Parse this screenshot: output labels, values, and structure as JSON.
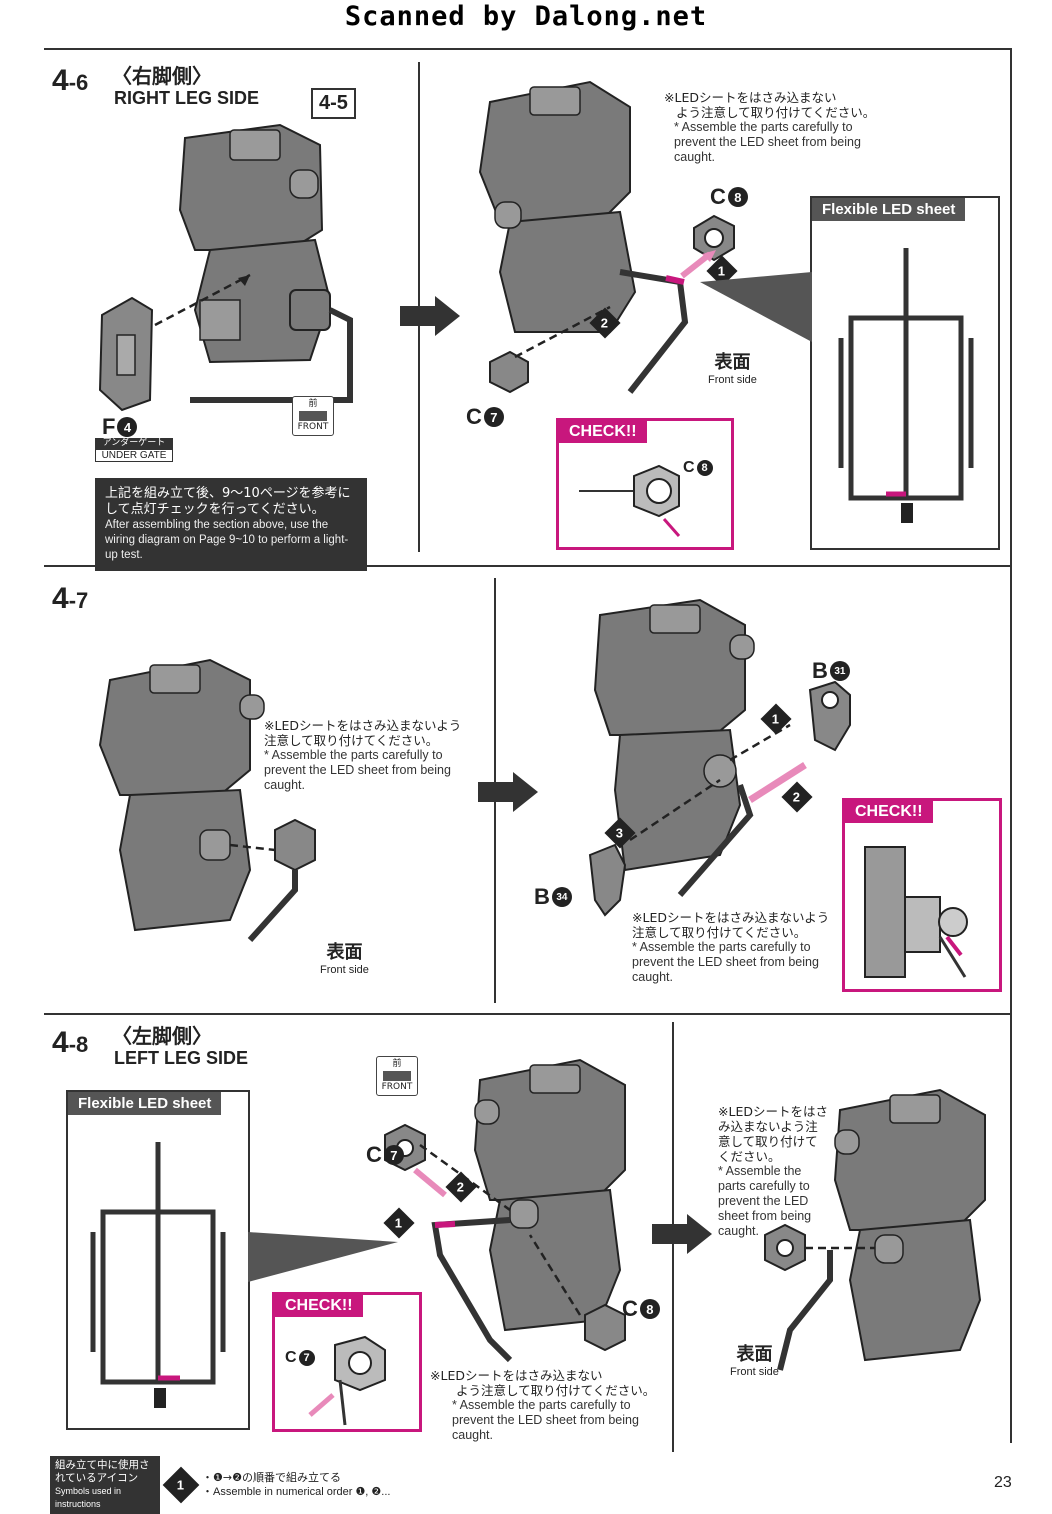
{
  "header": {
    "title": "Scanned by Dalong.net"
  },
  "step46": {
    "num_main": "4",
    "num_sub": "-6",
    "side_jp": "〈右脚側〉",
    "side_en": "RIGHT LEG SIDE",
    "ref_badge": "4-5",
    "part_f": "F",
    "part_f_num": "4",
    "under_gate_jp": "アンダーゲート",
    "under_gate_en": "UNDER GATE",
    "front_jp": "前",
    "front_en": "FRONT",
    "info_jp": "上記を組み立て後、9～10ページを参考にして点灯チェックを行ってください。",
    "info_en": "After assembling the section above, use the wiring diagram on Page 9~10 to perform a light-up test.",
    "note_jp_1": "※LEDシートをはさみ込まない",
    "note_jp_2": "よう注意して取り付けてください。",
    "note_en": "* Assemble the parts carefully to prevent the LED sheet from being caught.",
    "part_c8": "C",
    "part_c8_num": "8",
    "part_c7": "C",
    "part_c7_num": "7",
    "step1": "1",
    "step2": "2",
    "front_side_jp": "表面",
    "front_side_en": "Front side",
    "check_label": "CHECK!!",
    "check_part": "C",
    "check_part_num": "8",
    "flex_label": "Flexible LED sheet"
  },
  "step47": {
    "num_main": "4",
    "num_sub": "-7",
    "note_jp": "※LEDシートをはさみ込まないよう注意して取り付けてください。",
    "note_en": "* Assemble the parts carefully to prevent the LED sheet from being caught.",
    "front_side_jp": "表面",
    "front_side_en": "Front side",
    "part_b31": "B",
    "part_b31_num": "31",
    "part_b34": "B",
    "part_b34_num": "34",
    "step1": "1",
    "step2": "2",
    "step3": "3",
    "note2_jp": "※LEDシートをはさみ込まないよう注意して取り付けてください。",
    "note2_en": "* Assemble the parts carefully to prevent the LED sheet from being caught.",
    "check_label": "CHECK!!"
  },
  "step48": {
    "num_main": "4",
    "num_sub": "-8",
    "side_jp": "〈左脚側〉",
    "side_en": "LEFT LEG SIDE",
    "flex_label": "Flexible LED sheet",
    "front_jp": "前",
    "front_en": "FRONT",
    "part_c7": "C",
    "part_c7_num": "7",
    "part_c8": "C",
    "part_c8_num": "8",
    "step1": "1",
    "step2": "2",
    "check_label": "CHECK!!",
    "check_part": "C",
    "check_part_num": "7",
    "note_jp_1": "※LEDシートをはさみ込まない",
    "note_jp_2": "よう注意して取り付けてください。",
    "note_en": "* Assemble the parts carefully to prevent the LED sheet from being caught.",
    "note2_jp": "※LEDシートをはさみ込まないよう注意して取り付けてください。",
    "note2_en": "* Assemble the parts carefully to prevent the LED sheet from being caught.",
    "front_side_jp": "表面",
    "front_side_en": "Front side"
  },
  "legend": {
    "title_jp": "組み立て中に使用されているアイコン",
    "title_en": "Symbols used in instructions",
    "icon_num": "1",
    "desc_jp": "・❶→❷の順番で組み立てる",
    "desc_en": "・Assemble in numerical order ❶, ❷..."
  },
  "page": {
    "number": "23"
  },
  "colors": {
    "accent": "#c8177d",
    "ink": "#333333",
    "part_fill": "#7a7a7a"
  }
}
